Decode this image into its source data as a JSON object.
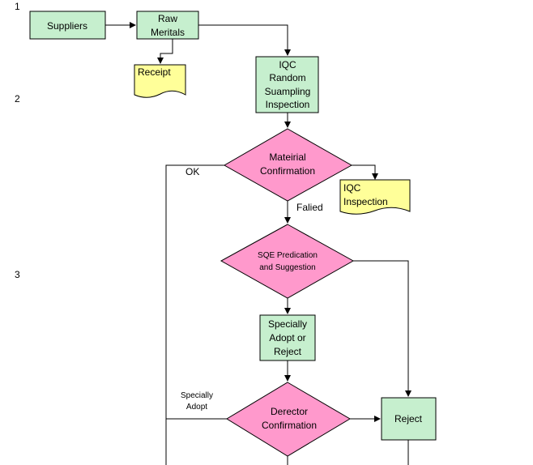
{
  "row_numbers": [
    "1",
    "2",
    "3"
  ],
  "nodes": {
    "suppliers": {
      "lines": [
        "Suppliers"
      ]
    },
    "raw_materials": {
      "lines": [
        "Raw",
        "Meritals"
      ]
    },
    "receipt": {
      "lines": [
        "Receipt"
      ]
    },
    "iqc_sampling": {
      "lines": [
        "IQC",
        "Random",
        "Suampling",
        "Inspection"
      ]
    },
    "material_confirmation": {
      "lines": [
        "Mateirial",
        "Confirmation"
      ]
    },
    "iqc_inspection": {
      "lines": [
        "IQC",
        "Inspection"
      ]
    },
    "sqe_prediction": {
      "lines": [
        "SQE Predication",
        "and Suggestion"
      ]
    },
    "specially_adopt_reject": {
      "lines": [
        "Specially",
        "Adopt or",
        "Reject"
      ]
    },
    "director_confirmation": {
      "lines": [
        "Derector",
        "Confirmation"
      ]
    },
    "reject": {
      "lines": [
        "Reject"
      ]
    }
  },
  "edge_labels": {
    "ok": "OK",
    "failed": "Falied",
    "specially_adopt": [
      "Specially",
      "Adopt"
    ]
  },
  "colors": {
    "process_fill": "#c6efce",
    "decision_fill": "#ff99cc",
    "document_fill": "#ffff99"
  }
}
